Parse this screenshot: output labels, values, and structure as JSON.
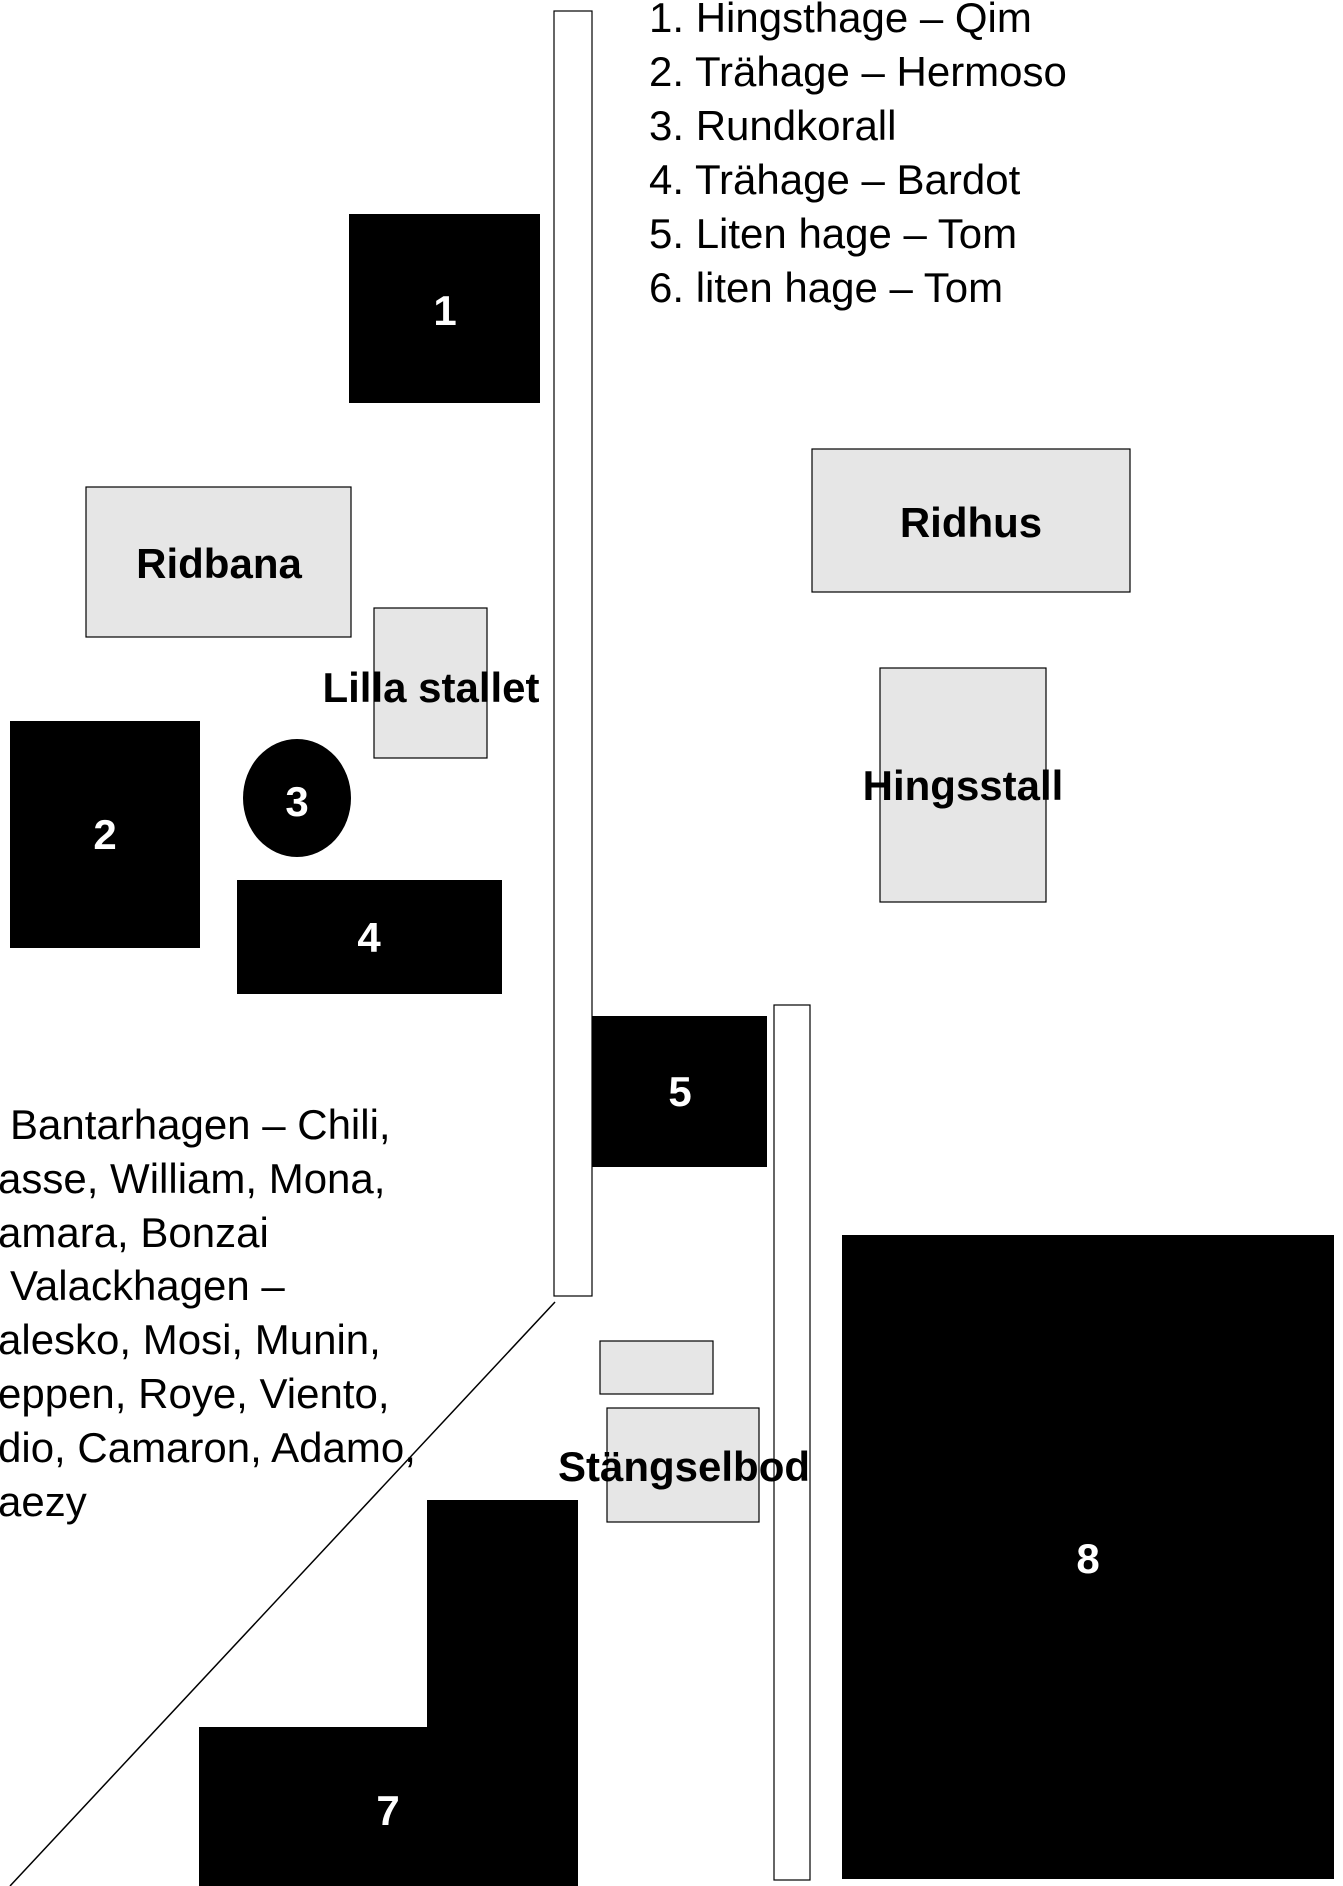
{
  "colors": {
    "paddock": "#000000",
    "building": "#e6e6e6",
    "outline": "#000000",
    "background": "#ffffff",
    "paddock_label": "#ffffff"
  },
  "legend_top": [
    "1. Hingsthage – Qim",
    "2. Trähage – Hermoso",
    "3. Rundkorall",
    "4. Trähage – Bardot",
    "5. Liten hage – Tom",
    "6. liten hage – Tom"
  ],
  "legend_bottom": [
    "Bantarhagen – Chili,",
    "asse, William, Mona,",
    "amara, Bonzai",
    "Valackhagen –",
    "alesko, Mosi, Munin,",
    "eppen, Roye, Viento,",
    "dio, Camaron, Adamo,",
    "aezy"
  ],
  "paddocks": {
    "p1": "1",
    "p2": "2",
    "p3": "3",
    "p4": "4",
    "p5": "5",
    "p7": "7",
    "p8": "8"
  },
  "buildings": {
    "ridbana": "Ridbana",
    "ridhus": "Ridhus",
    "lilla_stallet": "Lilla stallet",
    "hingsstall": "Hingsstall",
    "stangselbod": "Stängselbod"
  }
}
